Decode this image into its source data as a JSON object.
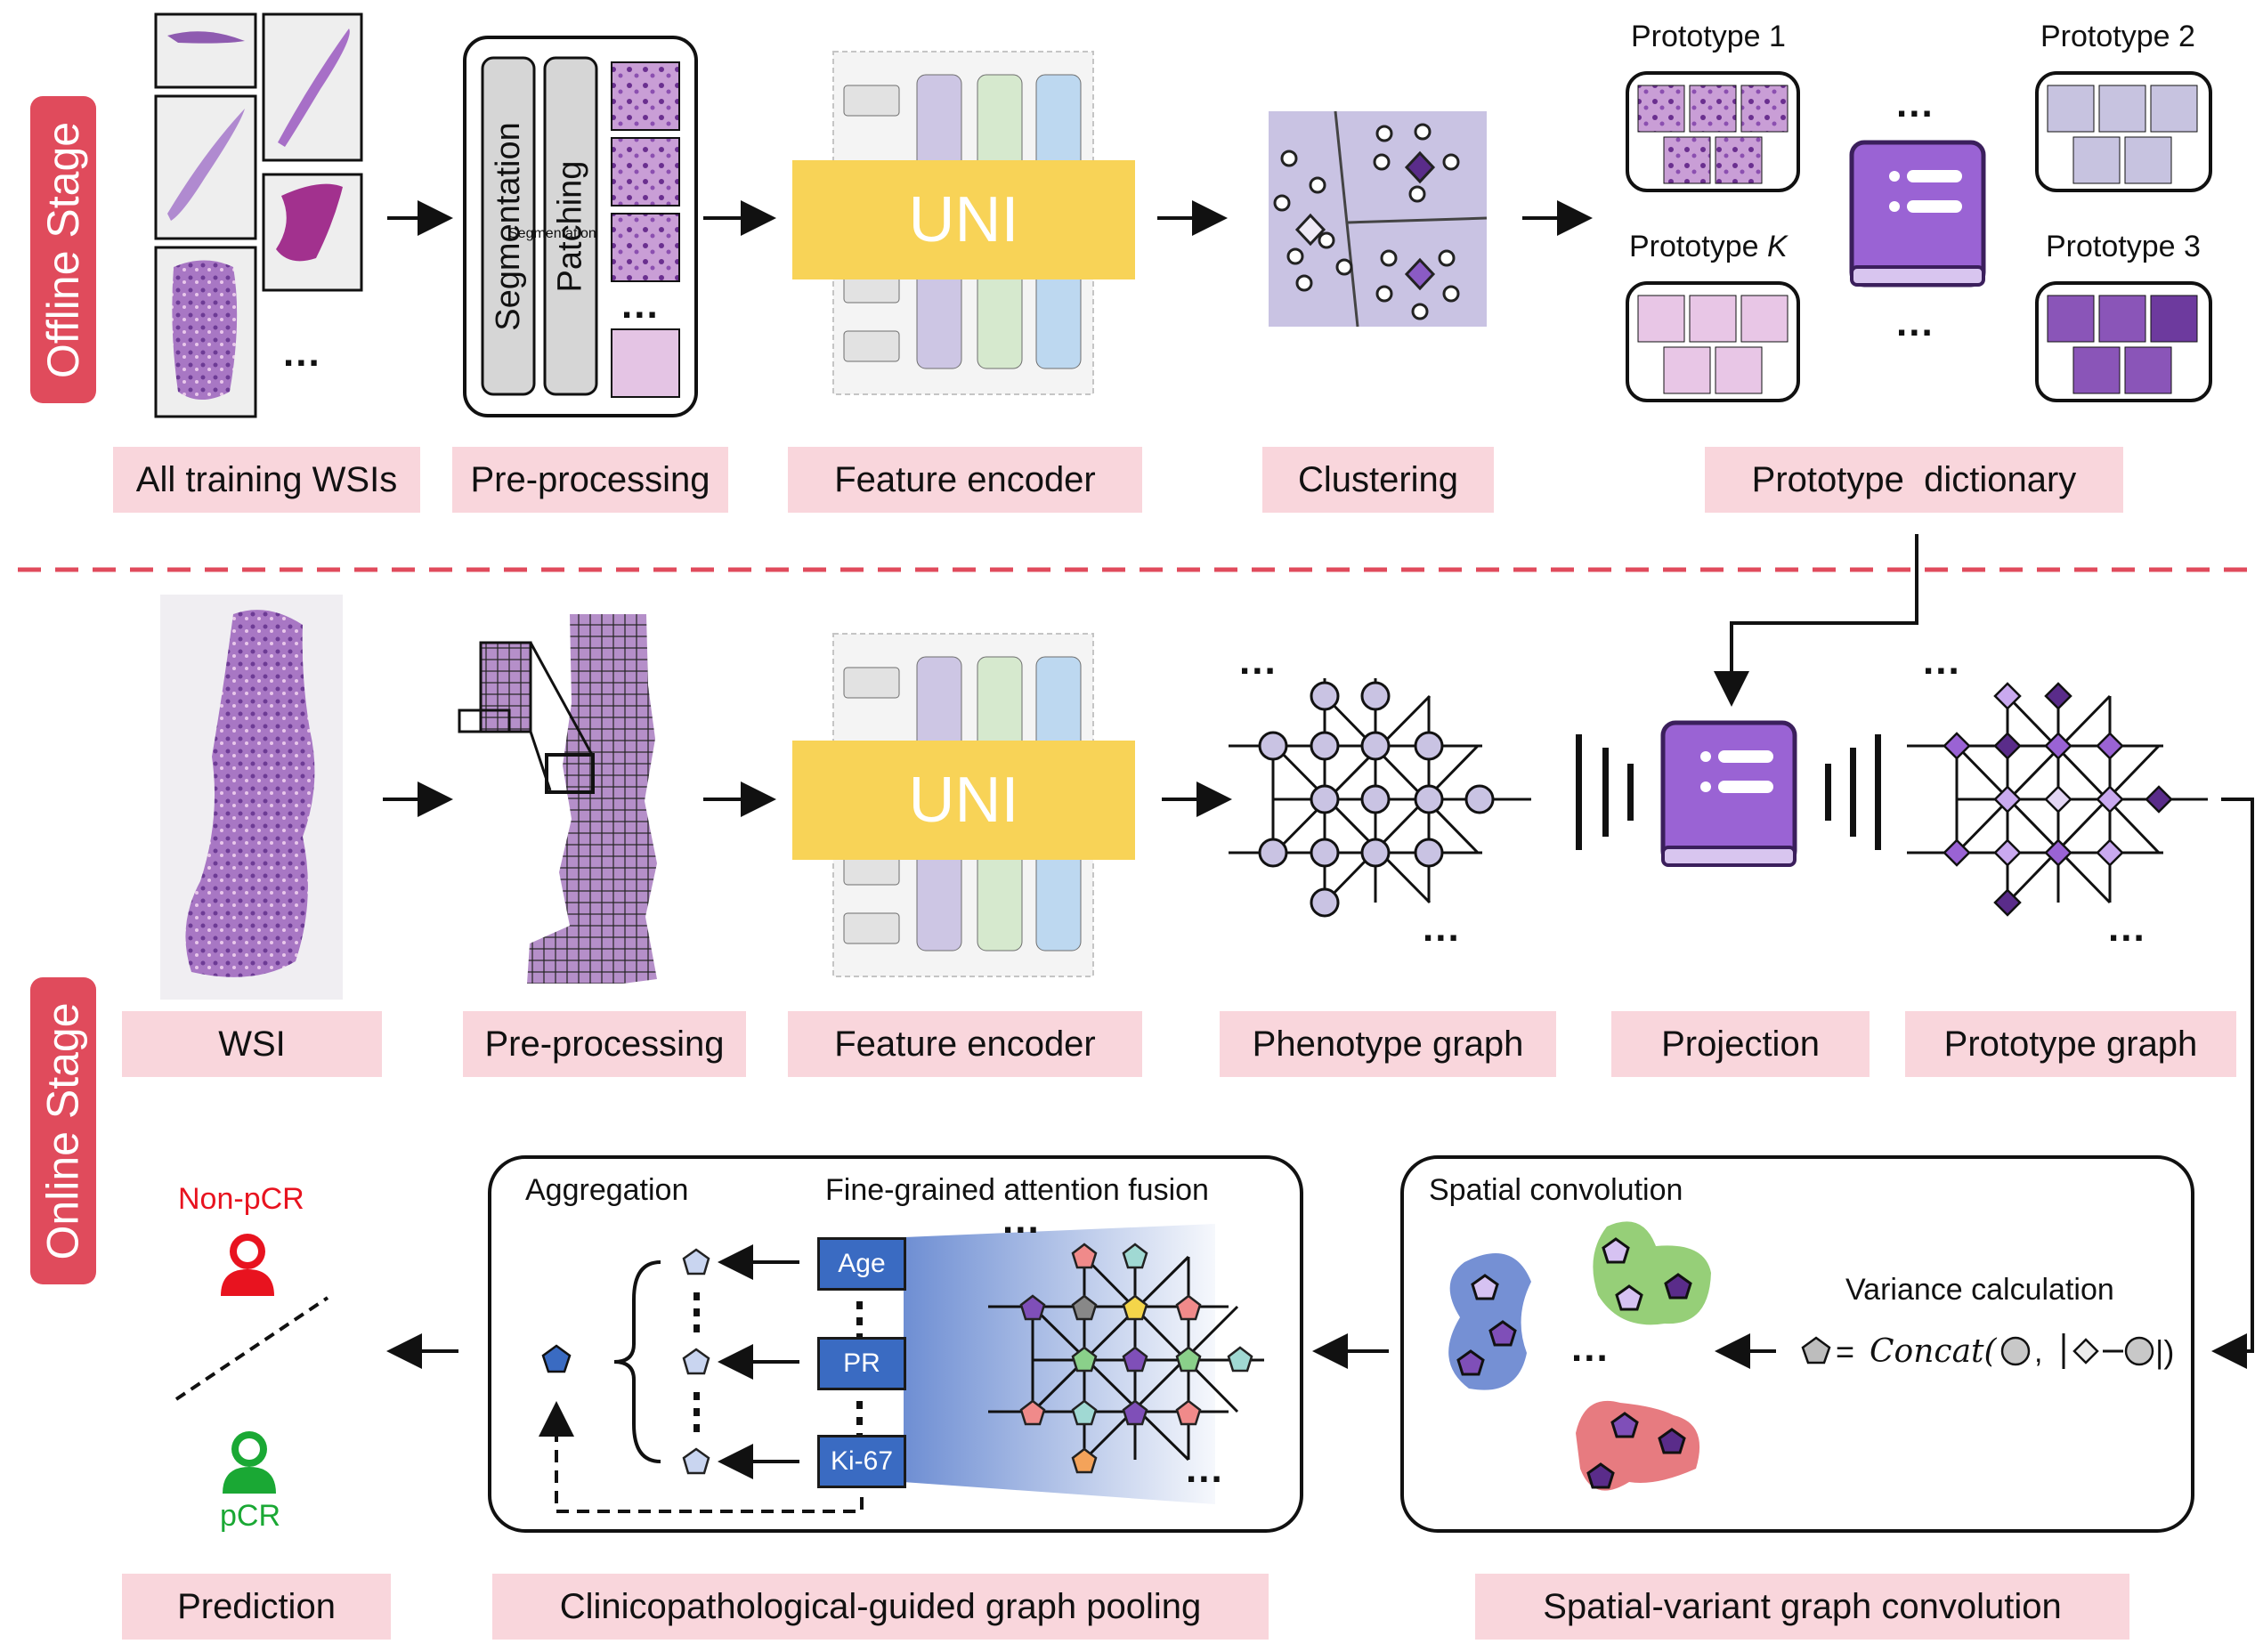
{
  "stages": {
    "offline": "Offline Stage",
    "online": "Online Stage"
  },
  "offline": {
    "captions": {
      "wsi": "All training WSIs",
      "preprocess": "Pre-processing",
      "encoder": "Feature encoder",
      "clustering": "Clustering",
      "dictionary": "Prototype  dictionary"
    },
    "preprocess_steps": [
      "Segmentation",
      "Patching"
    ],
    "encoder_label": "UNI",
    "prototypes": [
      "Prototype 1",
      "Prototype 2",
      "Prototype K",
      "Prototype 3"
    ],
    "ellipsis": "..."
  },
  "online": {
    "captions": {
      "wsi": "WSI",
      "preprocess": "Pre-processing",
      "encoder": "Feature encoder",
      "phenotype": "Phenotype graph",
      "projection": "Projection",
      "prototype_graph": "Prototype graph"
    },
    "encoder_label": "UNI"
  },
  "bottom": {
    "captions": {
      "prediction": "Prediction",
      "pooling": "Clinicopathological-guided graph pooling",
      "convolution": "Spatial-variant graph convolution"
    },
    "outcomes": {
      "negative": "Non-pCR",
      "positive": "pCR"
    },
    "pooling_box": {
      "aggregation": "Aggregation",
      "fusion": "Fine-grained attention fusion",
      "clinical": [
        "Age",
        "PR",
        "Ki-67"
      ]
    },
    "conv_box": {
      "spatial": "Spatial convolution",
      "variance": "Variance calculation",
      "formula_op": "=",
      "formula_fn": "Concat(",
      "formula_tail": "|)"
    }
  },
  "colors": {
    "stage_red": "#e04b5c",
    "caption_pink": "#f9d6dc",
    "uni_yellow": "#f8d357",
    "node_lavender": "#c9c3e3",
    "prototype_purple": "#9a63d4",
    "clinical_blue": "#3a6bc2",
    "negative_red": "#e8131f",
    "positive_green": "#1aa834"
  }
}
